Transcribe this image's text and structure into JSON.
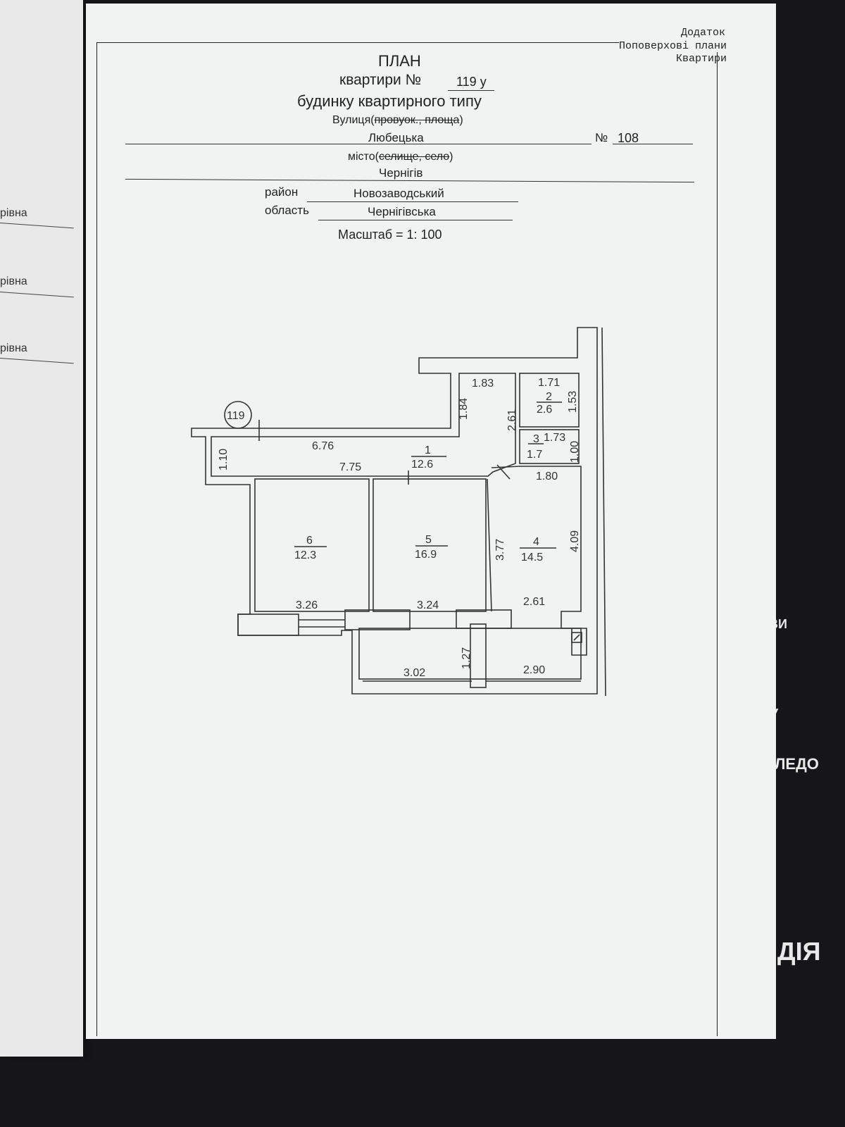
{
  "appendix": {
    "line1": "Додаток",
    "line2": "Поповерхові плани",
    "line3": "Квартири"
  },
  "title": "ПЛАН",
  "apartment_label": "квартири №",
  "apartment_number": "119 у",
  "building_type": "будинку квартирного типу",
  "street_label": "Вулиця(",
  "street_label_struck": "провуок., площа",
  "street_label_end": ")",
  "street": "Любецька",
  "house_label": "№",
  "house_number": "108",
  "city_label": "місто(",
  "city_label_struck": "селище, село",
  "city_label_end": ")",
  "city": "Чернігів",
  "district_label": "район",
  "district": "Новозаводський",
  "region_label": "область",
  "region": "Чернігівська",
  "scale": "Масштаб = 1: 100",
  "plan": {
    "apartment_marker": "119",
    "rooms": [
      {
        "number": "1",
        "area": "12.6"
      },
      {
        "number": "2",
        "area": "2.6"
      },
      {
        "number": "3",
        "area": "1.7"
      },
      {
        "number": "4",
        "area": "14.5"
      },
      {
        "number": "5",
        "area": "16.9"
      },
      {
        "number": "6",
        "area": "12.3"
      }
    ],
    "dimensions": {
      "corridor_top": "6.76",
      "corridor_bottom": "7.75",
      "corridor_width": "1.10",
      "hall_width": "1.83",
      "hall_depth": "1.84",
      "hall_side": "2.61",
      "bath_width": "1.71",
      "bath_depth": "1.53",
      "wc_width": "1.73",
      "wc_depth": "1.00",
      "kitchen_top": "1.80",
      "kitchen_depth": "4.09",
      "kitchen_bottom": "2.61",
      "room5_depth": "3.77",
      "room5_width": "3.24",
      "room6_width": "3.26",
      "balcony_left": "3.02",
      "balcony_depth": "1.27",
      "balcony_right": "2.90"
    }
  },
  "left_page": {
    "labels": [
      "рівна",
      "рівна",
      "рівна"
    ]
  },
  "mat_text": [
    "ВИ",
    "У",
    "ЛЕДО",
    "ДІЯ"
  ]
}
